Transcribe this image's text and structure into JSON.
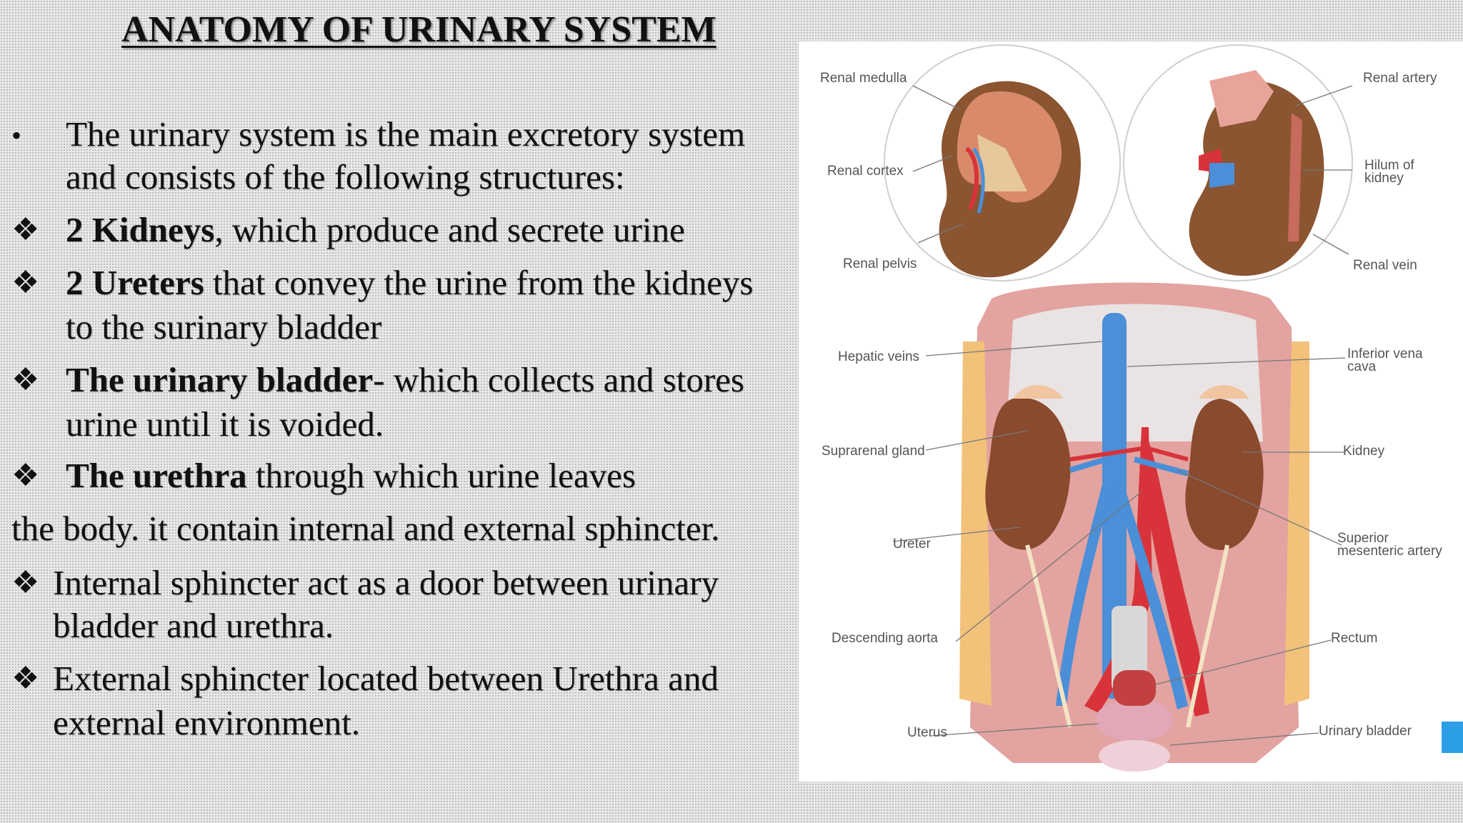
{
  "title": "ANATOMY OF URINARY SYSTEM",
  "bullets": {
    "intro_1": "The urinary system is the main excretory system",
    "intro_2": "and consists of the following structures:",
    "kidneys_bold": "2 Kidneys",
    "kidneys_rest": ", which produce and secrete urine",
    "ureters_bold": "2 Ureters",
    "ureters_rest": " that convey the urine from the kidneys",
    "ureters_2": "to the surinary bladder",
    "bladder_bold": "The urinary bladder",
    "bladder_rest": "- which collects and stores",
    "bladder_2": "urine until it is voided.",
    "urethra_bold": "The urethra",
    "urethra_rest": " through which urine leaves",
    "urethra_2": "the body. it contain internal and external sphincter.",
    "internal_1": "Internal sphincter act as a door between urinary",
    "internal_2": "bladder and urethra.",
    "external_1": "External sphincter located between Urethra and",
    "external_2": "external environment."
  },
  "bullet_symbols": {
    "dot": "•",
    "diamond": "❖"
  },
  "figure": {
    "labels": {
      "renal_medulla": "Renal medulla",
      "renal_cortex": "Renal cortex",
      "renal_pelvis": "Renal pelvis",
      "hepatic_veins": "Hepatic veins",
      "suprarenal_gland": "Suprarenal gland",
      "ureter": "Ureter",
      "descending_aorta": "Descending aorta",
      "uterus": "Uterus",
      "renal_artery": "Renal artery",
      "hilum_1": "Hilum of",
      "hilum_2": "kidney",
      "renal_vein": "Renal vein",
      "ivc_1": "Inferior vena",
      "ivc_2": "cava",
      "kidney": "Kidney",
      "sma_1": "Superior",
      "sma_2": "mesenteric artery",
      "rectum": "Rectum",
      "urinary_bladder": "Urinary bladder"
    },
    "colors": {
      "kidney": "#7a4a2e",
      "cortex": "#d98a6a",
      "vein": "#4a8fd8",
      "artery": "#d8333a",
      "muscle": "#d98f8c",
      "background": "#ffffff"
    }
  }
}
